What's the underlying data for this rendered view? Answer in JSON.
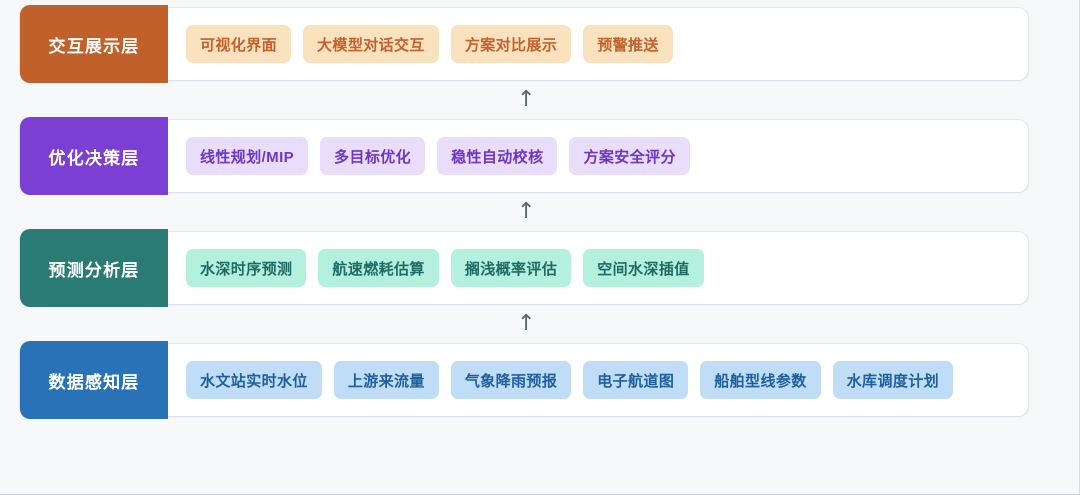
{
  "diagram": {
    "type": "layered-architecture",
    "connector_glyph": "↑",
    "connector_icon_name": "arrow-up-icon",
    "background_color": "#f7f8fa",
    "card_color": "#ffffff",
    "layers": [
      {
        "id": "interaction",
        "label": "交互展示层",
        "label_color": "#c0602a",
        "tag_bg": "#fbe2bf",
        "tag_text": "#c4602b",
        "items": [
          "可视化界面",
          "大模型对话交互",
          "方案对比展示",
          "预警推送"
        ]
      },
      {
        "id": "optimization",
        "label": "优化决策层",
        "label_color": "#7b3fd4",
        "tag_bg": "#e9ddfb",
        "tag_text": "#6c37c4",
        "items": [
          "线性规划/MIP",
          "多目标优化",
          "稳性自动校核",
          "方案安全评分"
        ]
      },
      {
        "id": "prediction",
        "label": "预测分析层",
        "label_color": "#2a7b73",
        "tag_bg": "#b3f0de",
        "tag_text": "#1f6b64",
        "items": [
          "水深时序预测",
          "航速燃耗估算",
          "搁浅概率评估",
          "空间水深插值"
        ]
      },
      {
        "id": "data-sensing",
        "label": "数据感知层",
        "label_color": "#2a72b8",
        "tag_bg": "#bfddf7",
        "tag_text": "#1f5f9e",
        "items": [
          "水文站实时水位",
          "上游来流量",
          "气象降雨预报",
          "电子航道图",
          "船舶型线参数",
          "水库调度计划"
        ]
      }
    ]
  }
}
